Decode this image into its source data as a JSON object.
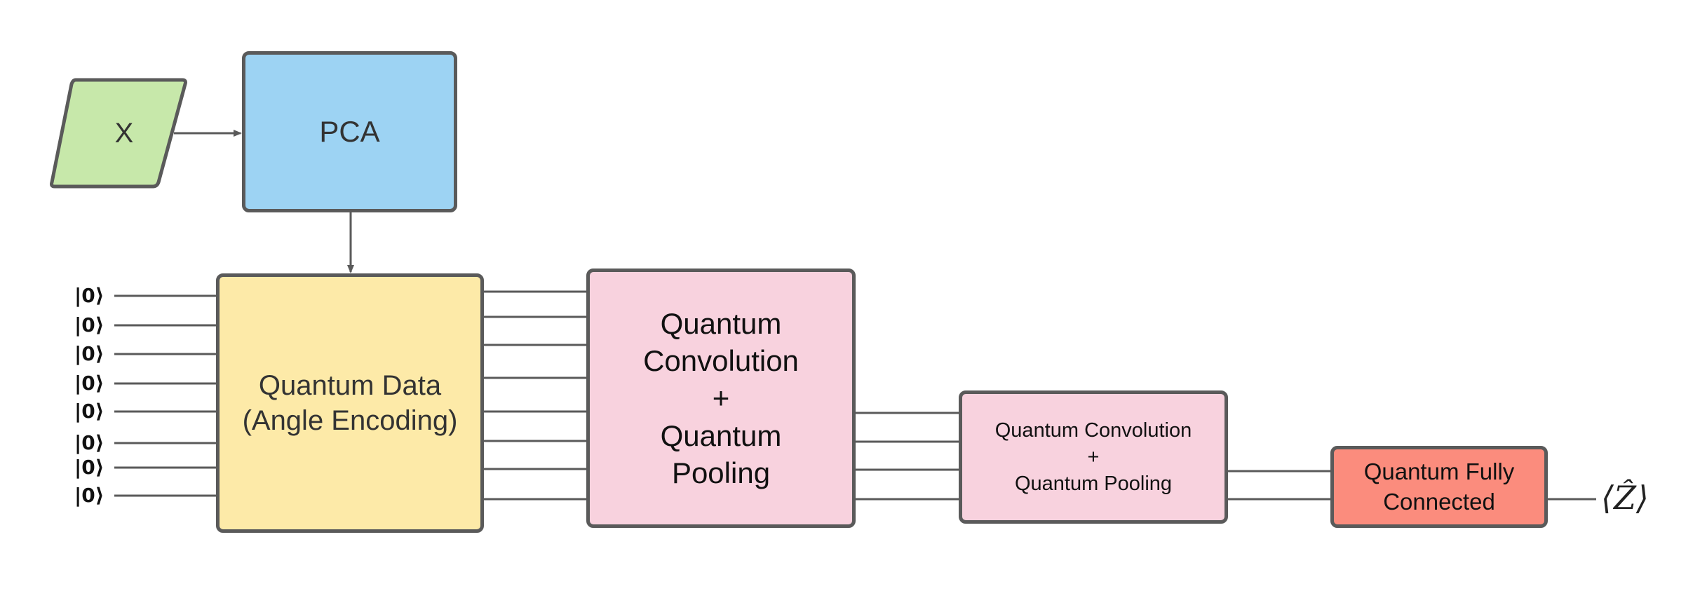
{
  "diagram": {
    "input": {
      "label": "X",
      "fill": "#c7e8aa"
    },
    "pca": {
      "label": "PCA",
      "fill": "#9dd3f3"
    },
    "encoding": {
      "label": "Quantum Data\n(Angle Encoding)",
      "fill": "#fdeaa8"
    },
    "conv_pool_1": {
      "label": "Quantum\nConvolution\n+\nQuantum\nPooling",
      "fill": "#f8d2de"
    },
    "conv_pool_2": {
      "label": "Quantum Convolution\n+\nQuantum Pooling",
      "fill": "#f8d2de"
    },
    "fully_connected": {
      "label": "Quantum Fully\nConnected",
      "fill": "#fb8c7d"
    },
    "qubit_inputs": [
      "|0⟩",
      "|0⟩",
      "|0⟩",
      "|0⟩",
      "|0⟩",
      "|0⟩",
      "|0⟩",
      "|0⟩"
    ],
    "output": {
      "label": "⟨Ẑ⟩"
    },
    "line_color": "#5a5a5a",
    "wire_counts": {
      "qubits": 8,
      "after_stage_1": 4,
      "after_stage_2": 2
    }
  }
}
